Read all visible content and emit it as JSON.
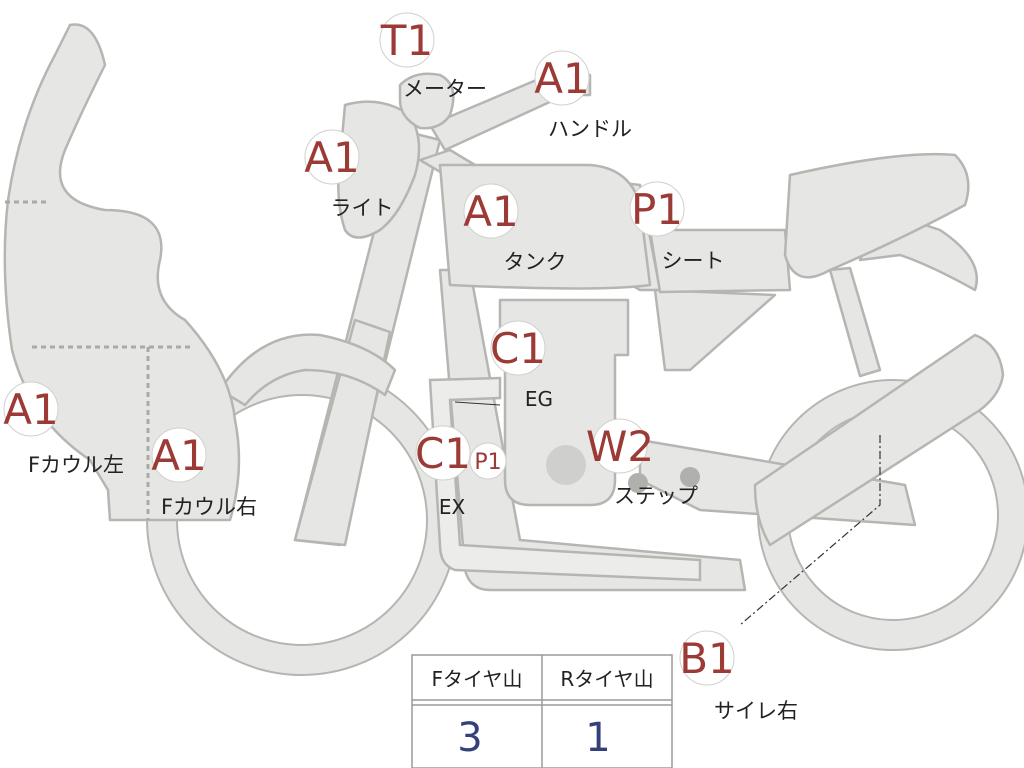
{
  "parts": [
    {
      "id": "meter",
      "code": "T1",
      "name": "メーター"
    },
    {
      "id": "handle",
      "code": "A1",
      "name": "ハンドル"
    },
    {
      "id": "light",
      "code": "A1",
      "name": "ライト"
    },
    {
      "id": "tank",
      "code": "A1",
      "name": "タンク"
    },
    {
      "id": "seat",
      "code": "P1",
      "name": "シート"
    },
    {
      "id": "engine",
      "code": "C1",
      "name": "EG"
    },
    {
      "id": "exhaust",
      "code": "C1",
      "name": "EX"
    },
    {
      "id": "exhaust-extra",
      "code": "P1",
      "name": ""
    },
    {
      "id": "step",
      "code": "W2",
      "name": "ステップ"
    },
    {
      "id": "fcowl-left",
      "code": "A1",
      "name": "Fカウル左"
    },
    {
      "id": "fcowl-right",
      "code": "A1",
      "name": "Fカウル右"
    },
    {
      "id": "muffler-right",
      "code": "B1",
      "name": "サイレ右"
    }
  ],
  "tire_table": {
    "headers": [
      "Fタイヤ山",
      "Rタイヤ山"
    ],
    "values": [
      "3",
      "1"
    ]
  },
  "colors": {
    "code_text": "#9c3a35",
    "tire_value": "#34407a",
    "part_fill": "#e6e6e4",
    "part_stroke": "#b5b5b2"
  }
}
